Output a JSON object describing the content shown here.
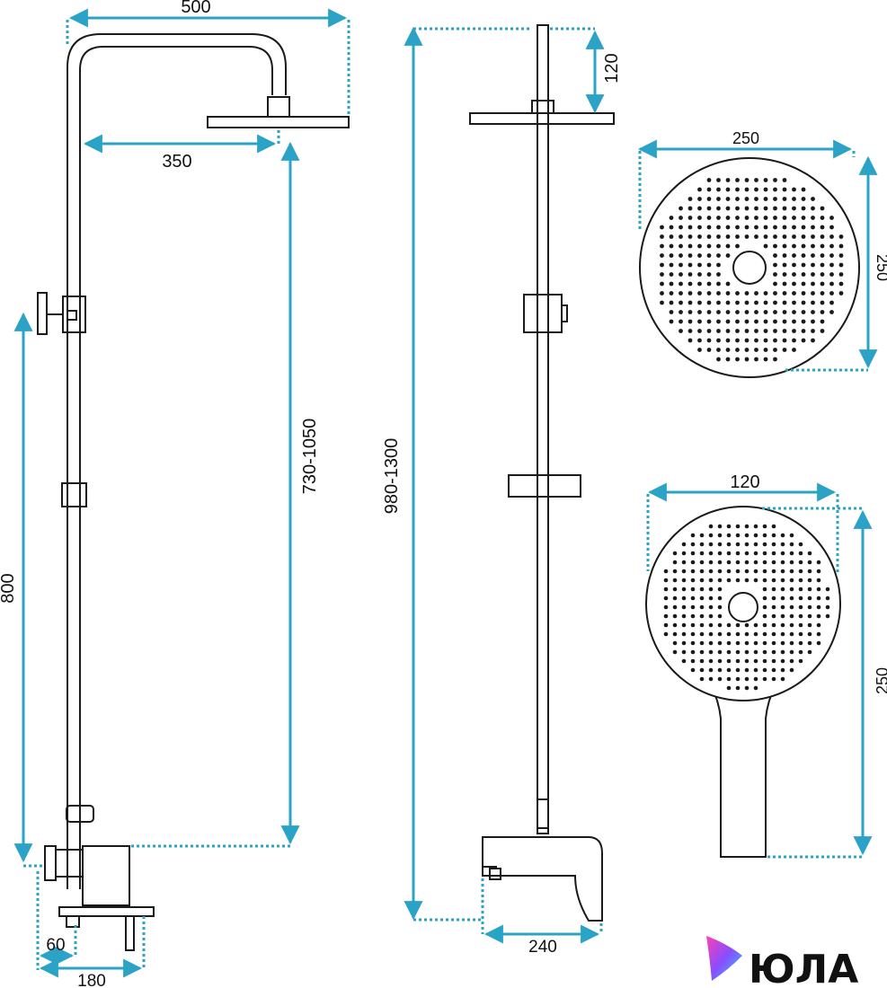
{
  "colors": {
    "dimension": "#2aa3c7",
    "outline": "#1a1a1a",
    "background": "#ffffff",
    "logo_gradient_start": "#ff3fb0",
    "logo_gradient_mid": "#8a4dff",
    "logo_gradient_end": "#33c7ff"
  },
  "side_view": {
    "top_width": "500",
    "arm_reach": "350",
    "head_height_range": "730-1050",
    "mixer_height": "800",
    "outlet_offset": "60",
    "wall_projection": "180"
  },
  "front_view": {
    "rail_height_range": "980-1300",
    "top_offset": "120",
    "spout_width": "240"
  },
  "overhead_shower": {
    "width": "250",
    "height": "250"
  },
  "hand_shower": {
    "head_width": "120",
    "length": "250"
  },
  "logo": {
    "text": "ЮЛА"
  }
}
